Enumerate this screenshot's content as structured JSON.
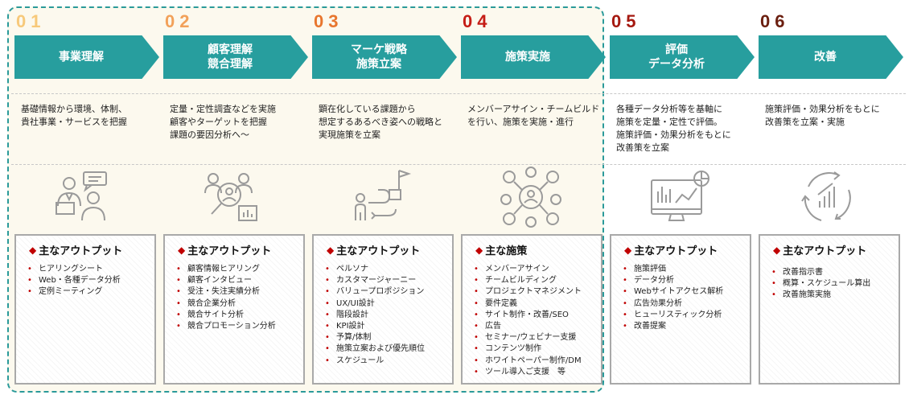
{
  "colors": {
    "teal": "#279e9e",
    "red": "#c00000",
    "num_colors": [
      "#f7c97a",
      "#f2a15a",
      "#e8762e",
      "#c51d16",
      "#a51910",
      "#6b1f10"
    ]
  },
  "steps": [
    {
      "num": "01",
      "title": "事業理解",
      "desc": "基礎情報から環境、体制、\n貴社事業・サービスを把握",
      "icon": "consultation-icon",
      "box_title": "主なアウトプット",
      "items": [
        "ヒアリングシート",
        "Web・各種データ分析",
        "定例ミーティング"
      ]
    },
    {
      "num": "02",
      "title": "顧客理解\n競合理解",
      "desc": "定量・定性調査などを実施\n顧客やターゲットを把握\n課題の要因分析へ〜",
      "icon": "user-research-icon",
      "box_title": "主なアウトプット",
      "items": [
        "顧客情報ヒアリング",
        "顧客インタビュー",
        "受注・失注実績分析",
        "競合企業分析",
        "競合サイト分析",
        "競合プロモーション分析"
      ]
    },
    {
      "num": "03",
      "title": "マーケ戦略\n施策立案",
      "desc": "顕在化している課題から\n想定するあるべき姿への戦略と\n実現施策を立案",
      "icon": "path-to-goal-icon",
      "box_title": "主なアウトプット",
      "items": [
        "ペルソナ",
        "カスタマージャーニー",
        "バリュープロポジション",
        "UX/UI設計",
        "階段設計",
        "KPI設計",
        "予算/体制",
        "施策立案および優先順位",
        "スケジュール"
      ]
    },
    {
      "num": "04",
      "title": "施策実施",
      "desc": "メンバーアサイン・チームビルド\nを行い、施策を実施・進行",
      "icon": "team-network-icon",
      "box_title": "主な施策",
      "items": [
        "メンバーアサイン",
        "チームビルディング",
        "プロジェクトマネジメント",
        "要件定義",
        "サイト制作・改善/SEO",
        "広告",
        "セミナー/ウェビナー支援",
        "コンテンツ制作",
        "ホワイトペーパー制作/DM",
        "ツール導入ご支援　等"
      ]
    },
    {
      "num": "05",
      "title": "評価\nデータ分析",
      "desc": "各種データ分析等を基軸に\n施策を定量・定性で評価。\n施策評価・効果分析をもとに\n改善策を立案",
      "icon": "analytics-dashboard-icon",
      "box_title": "主なアウトプット",
      "items": [
        "施策評価",
        "データ分析",
        "Webサイトアクセス解析",
        "広告効果分析",
        "ヒューリスティック分析",
        "改善提案"
      ]
    },
    {
      "num": "06",
      "title": "改善",
      "desc": "施策評価・効果分析をもとに\n改善策を立案・実施",
      "icon": "improvement-cycle-icon",
      "box_title": "主なアウトプット",
      "items": [
        "改善指示書",
        "概算・スケジュール算出",
        "改善施策実施"
      ]
    }
  ]
}
